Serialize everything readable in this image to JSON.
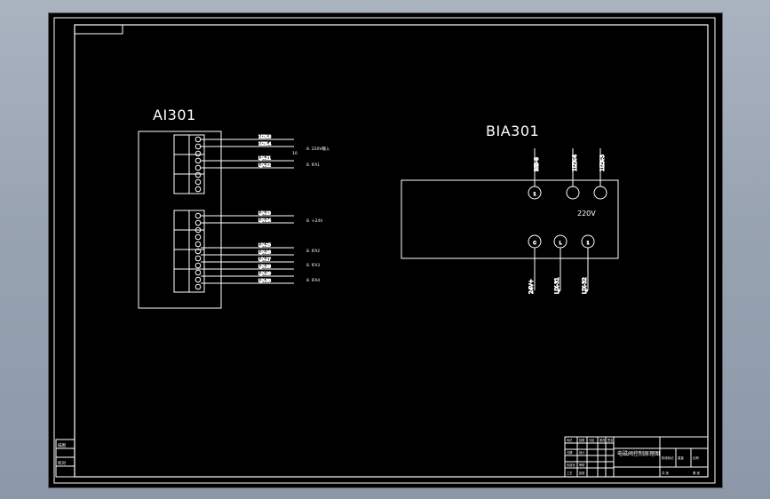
{
  "ai_block": {
    "title": "AI301",
    "wires_top": [
      "1IZK-3",
      "1IZK-4",
      "LJX-21",
      "LJX-22"
    ],
    "wires_bottom": [
      "LJX-23",
      "LJX-24",
      "LJX-25",
      "LJX-26",
      "LJX-27",
      "LJX-28",
      "LJX-29",
      "LJX-30"
    ],
    "notes": [
      "8. 220V输入",
      "8. IFA1",
      "8. +24V",
      "8. IFA2",
      "8. IFA3",
      "8. IFA4"
    ],
    "small_mark": "10"
  },
  "bia_block": {
    "title": "BIA301",
    "top_labels": [
      "BIB-8",
      "1IZK-4",
      "1IZK-3"
    ],
    "top_terminals": [
      "1",
      "",
      ""
    ],
    "voltage": "220V",
    "bottom_terminals": [
      "C",
      "L",
      "1"
    ],
    "bottom_labels": [
      "24V+",
      "LJX-31",
      "LJX-32"
    ]
  },
  "title_block": {
    "drawing_name": "电磁阀控制原理图",
    "left_stamps": [
      "描图",
      "校对"
    ],
    "cells": [
      "标记",
      "处数",
      "分区",
      "更改",
      "签名",
      "日期",
      "设计",
      "标准化",
      "审核",
      "工艺",
      "批准"
    ],
    "scale_cells": [
      "阶段标记",
      "重量",
      "比例",
      "共 张",
      "第 张"
    ]
  },
  "colors": {
    "background": "#000000",
    "line": "#ffffff",
    "canvas": "#98a3b2"
  }
}
